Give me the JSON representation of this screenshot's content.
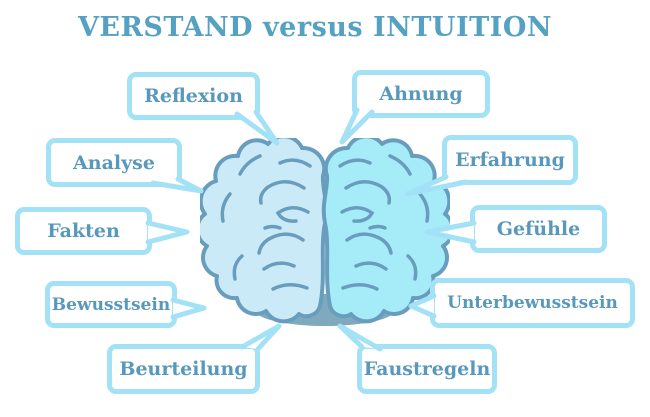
{
  "title": {
    "text": "VERSTAND versus INTUITION"
  },
  "bubbles": [
    {
      "label": "Reflexion",
      "side": "left"
    },
    {
      "label": "Ahnung",
      "side": "right"
    },
    {
      "label": "Analyse",
      "side": "left"
    },
    {
      "label": "Erfahrung",
      "side": "right"
    },
    {
      "label": "Fakten",
      "side": "left"
    },
    {
      "label": "Gefühle",
      "side": "right"
    },
    {
      "label": "Bewusstsein",
      "side": "left"
    },
    {
      "label": "Unterbewusstsein",
      "side": "right"
    },
    {
      "label": "Beurteilung",
      "side": "left"
    },
    {
      "label": "Faustregeln",
      "side": "right"
    }
  ],
  "brain": {
    "name": "brain-front-view",
    "left_hemisphere_color": "#cbeaf8",
    "right_hemisphere_color": "#a5ecf8",
    "outline_color": "#699dbe",
    "stem_color": "#7fa9bd"
  },
  "colors": {
    "background": "#ffffff",
    "title_text": "#55a1c3",
    "bubble_border": "#a3e2f6",
    "bubble_text": "#5898bc"
  }
}
